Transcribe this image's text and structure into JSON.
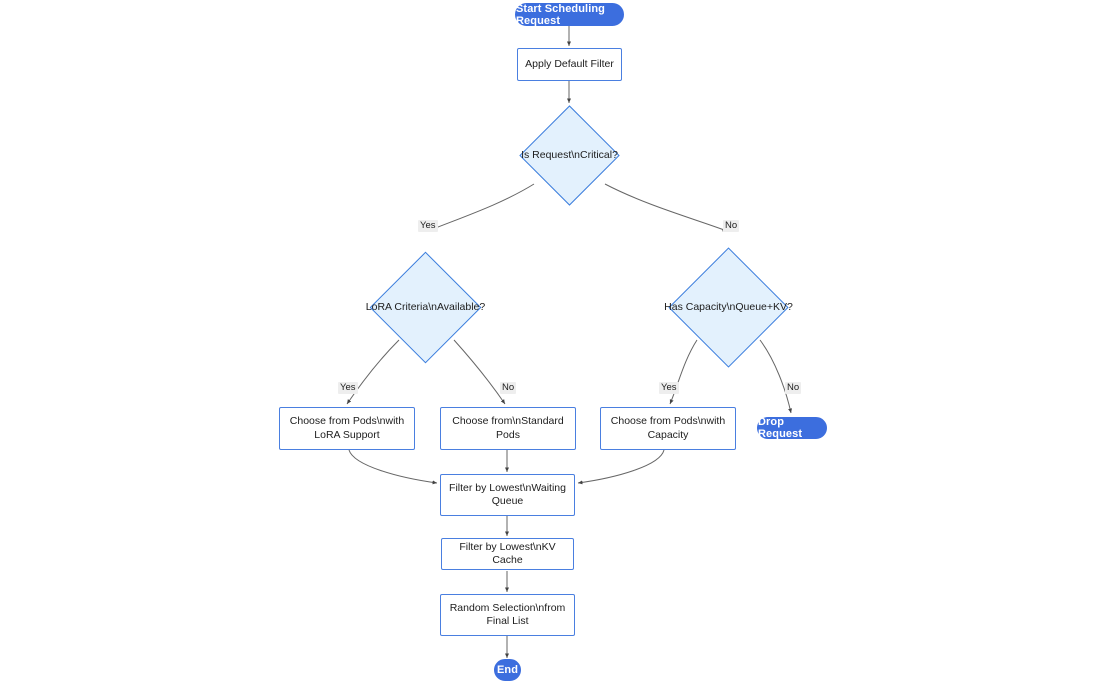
{
  "diagram": {
    "type": "flowchart",
    "direction": "top-down",
    "colors": {
      "terminator_fill": "#3c6ede",
      "terminator_text": "#ffffff",
      "process_fill": "#ffffff",
      "process_border": "#4a7fe0",
      "decision_fill": "#e3f1fd",
      "decision_border": "#3b7ddd",
      "edge_stroke": "#666666",
      "edge_label_bg": "#eeeeee",
      "background": "#ffffff"
    },
    "nodes": [
      {
        "id": "start",
        "shape": "stadium",
        "label": "Start Scheduling Request"
      },
      {
        "id": "default",
        "shape": "rect",
        "label": "Apply Default Filter"
      },
      {
        "id": "critical",
        "shape": "diamond",
        "label": "Is Request\\nCritical?"
      },
      {
        "id": "lora",
        "shape": "diamond",
        "label": "LoRA Criteria\\nAvailable?"
      },
      {
        "id": "capacity",
        "shape": "diamond",
        "label": "Has Capacity\\nQueue+KV?"
      },
      {
        "id": "lorapods",
        "shape": "rect",
        "label": "Choose from Pods\\nwith LoRA Support"
      },
      {
        "id": "stdpods",
        "shape": "rect",
        "label": "Choose from\\nStandard Pods"
      },
      {
        "id": "cappods",
        "shape": "rect",
        "label": "Choose from Pods\\nwith Capacity"
      },
      {
        "id": "drop",
        "shape": "stadium",
        "label": "Drop Request"
      },
      {
        "id": "queuefilter",
        "shape": "rect",
        "label": "Filter by Lowest\\nWaiting Queue"
      },
      {
        "id": "kvfilter",
        "shape": "rect",
        "label": "Filter by Lowest\\nKV Cache"
      },
      {
        "id": "random",
        "shape": "rect",
        "label": "Random Selection\\nfrom Final List"
      },
      {
        "id": "end",
        "shape": "circle",
        "label": "End"
      }
    ],
    "edges": [
      {
        "from": "start",
        "to": "default",
        "label": ""
      },
      {
        "from": "default",
        "to": "critical",
        "label": ""
      },
      {
        "from": "critical",
        "to": "lora",
        "label": "Yes"
      },
      {
        "from": "critical",
        "to": "capacity",
        "label": "No"
      },
      {
        "from": "lora",
        "to": "lorapods",
        "label": "Yes"
      },
      {
        "from": "lora",
        "to": "stdpods",
        "label": "No"
      },
      {
        "from": "capacity",
        "to": "cappods",
        "label": "Yes"
      },
      {
        "from": "capacity",
        "to": "drop",
        "label": "No"
      },
      {
        "from": "lorapods",
        "to": "queuefilter",
        "label": ""
      },
      {
        "from": "stdpods",
        "to": "queuefilter",
        "label": ""
      },
      {
        "from": "cappods",
        "to": "queuefilter",
        "label": ""
      },
      {
        "from": "queuefilter",
        "to": "kvfilter",
        "label": ""
      },
      {
        "from": "kvfilter",
        "to": "random",
        "label": ""
      },
      {
        "from": "random",
        "to": "end",
        "label": ""
      }
    ],
    "node_labels": {
      "start": "Start Scheduling Request",
      "default": "Apply Default Filter",
      "critical": "Is Request\\nCritical?",
      "lora": "LoRA Criteria\\nAvailable?",
      "capacity": "Has Capacity\\nQueue+KV?",
      "lorapods_line1": "Choose from Pods\\nwith",
      "lorapods_line2": "LoRA Support",
      "stdpods_line1": "Choose from\\nStandard",
      "stdpods_line2": "Pods",
      "cappods_line1": "Choose from Pods\\nwith",
      "cappods_line2": "Capacity",
      "drop": "Drop Request",
      "queuefilter_line1": "Filter by Lowest\\nWaiting",
      "queuefilter_line2": "Queue",
      "kvfilter": "Filter by Lowest\\nKV Cache",
      "random_line1": "Random Selection\\nfrom",
      "random_line2": "Final List",
      "end": "End"
    },
    "edge_labels": {
      "critical_yes": "Yes",
      "critical_no": "No",
      "lora_yes": "Yes",
      "lora_no": "No",
      "capacity_yes": "Yes",
      "capacity_no": "No"
    }
  }
}
